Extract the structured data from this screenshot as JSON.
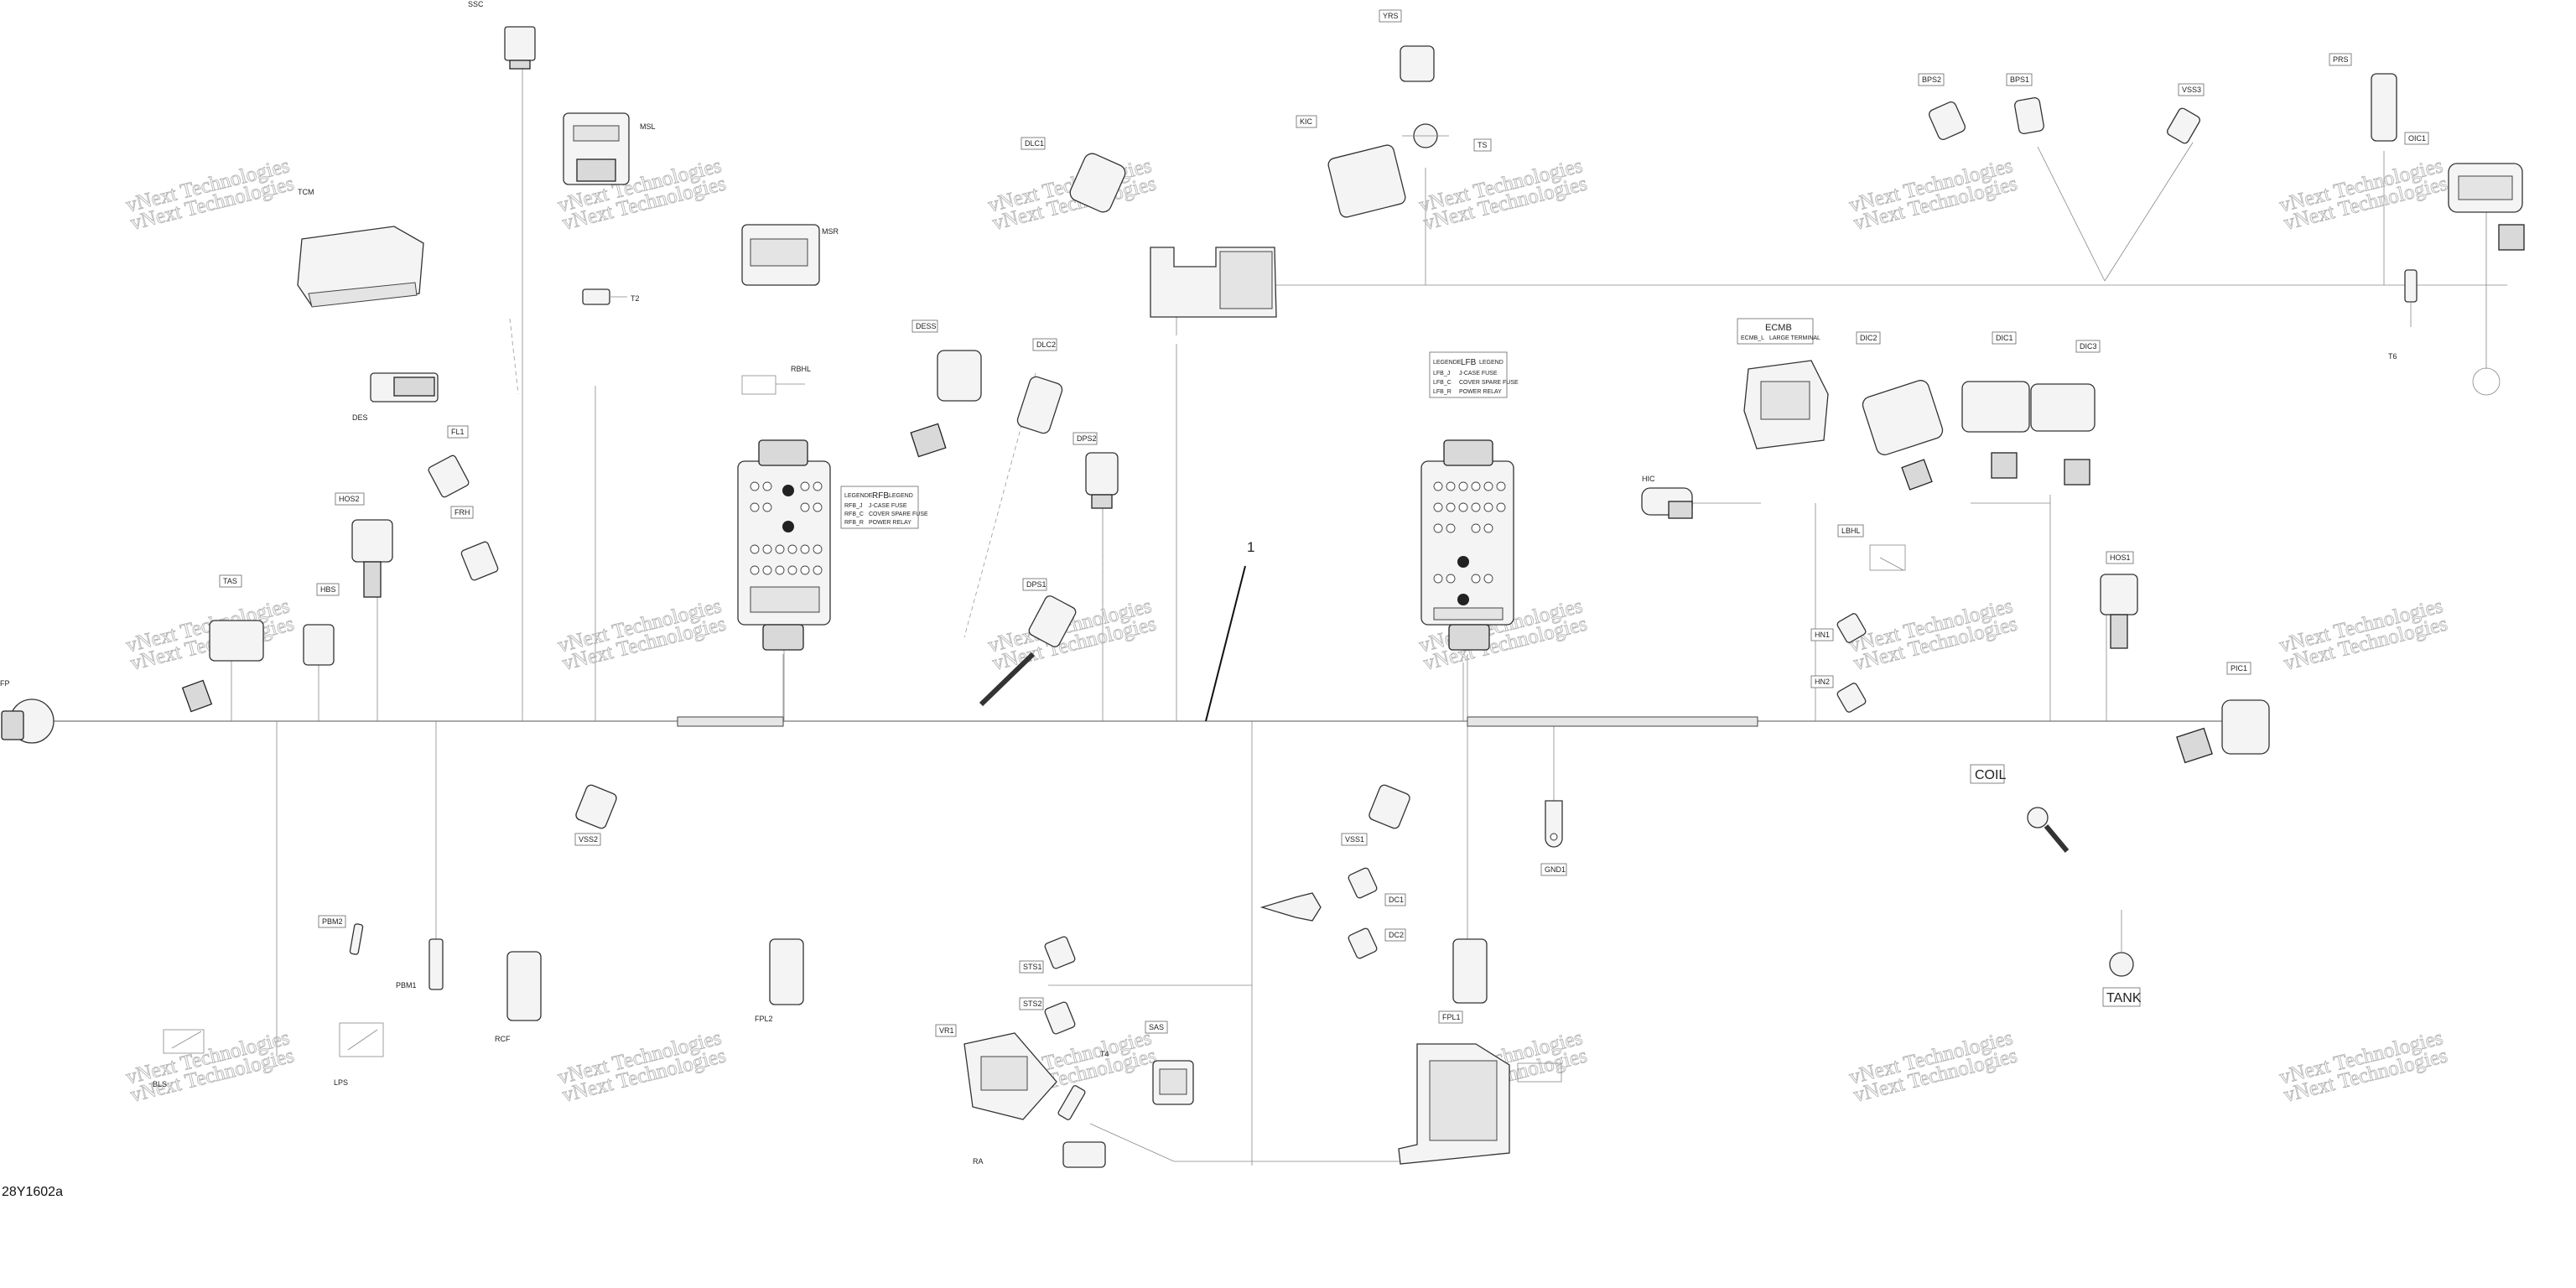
{
  "figure_code": "28Y1602a",
  "watermark": "vNext Technologies",
  "reference_number": "1",
  "labels": {
    "ssc": "SSC",
    "tcm": "TCM",
    "msl": "MSL",
    "msr": "MSR",
    "t2": "T2",
    "des": "DES",
    "fl1": "FL1",
    "frh": "FRH",
    "rbhl": "RBHL",
    "hos2": "HOS2",
    "tas": "TAS",
    "hbs": "HBS",
    "fp": "FP",
    "dess": "DESS",
    "dlc1": "DLC1",
    "dlc2": "DLC2",
    "dps2": "DPS2",
    "dps1": "DPS1",
    "yrs": "YRS",
    "kic": "KIC",
    "ts": "TS",
    "ecmb": "ECMB",
    "hic": "HIC",
    "dic2": "DIC2",
    "dic1": "DIC1",
    "dic3": "DIC3",
    "lbhl": "LBHL",
    "hn1": "HN1",
    "hn2": "HN2",
    "bps2": "BPS2",
    "bps1": "BPS1",
    "vss3": "VSS3",
    "prs": "PRS",
    "oic1": "OIC1",
    "t6": "T6",
    "hos1": "HOS1",
    "pic1": "PIC1",
    "coil": "COIL",
    "tank": "TANK",
    "vss2": "VSS2",
    "pbm2": "PBM2",
    "pbm1": "PBM1",
    "rcf": "RCF",
    "bls": "BLS",
    "lps": "LPS",
    "fpl2": "FPL2",
    "sts1": "STS1",
    "sts2": "STS2",
    "vr1": "VR1",
    "t4": "T4",
    "sas": "SAS",
    "ra": "RA",
    "vss1": "VSS1",
    "dc1": "DC1",
    "dc2": "DC2",
    "fpl1": "FPL1",
    "gnd1": "GND1"
  },
  "rfb_legend": {
    "header_left": "LEGENDE",
    "name": "RFB",
    "header_right": "LEGEND",
    "rows": [
      {
        "code": "RFB_J",
        "text": "J-CASE FUSE"
      },
      {
        "code": "RFB_C",
        "text": "COVER SPARE FUSE"
      },
      {
        "code": "RFB_R",
        "text": "POWER RELAY"
      }
    ]
  },
  "lfb_legend": {
    "header_left": "LEGENDE",
    "name": "LFB",
    "header_right": "LEGEND",
    "rows": [
      {
        "code": "LFB_J",
        "text": "J-CASE FUSE"
      },
      {
        "code": "LFB_C",
        "text": "COVER SPARE FUSE"
      },
      {
        "code": "LFB_R",
        "text": "POWER RELAY"
      }
    ]
  },
  "ecmb_legend": {
    "code": "ECMB_L",
    "text": "LARGE TERMINAL"
  },
  "colors": {
    "line": "#555555",
    "part": "#333333",
    "watermark": "#b8b8b8"
  }
}
